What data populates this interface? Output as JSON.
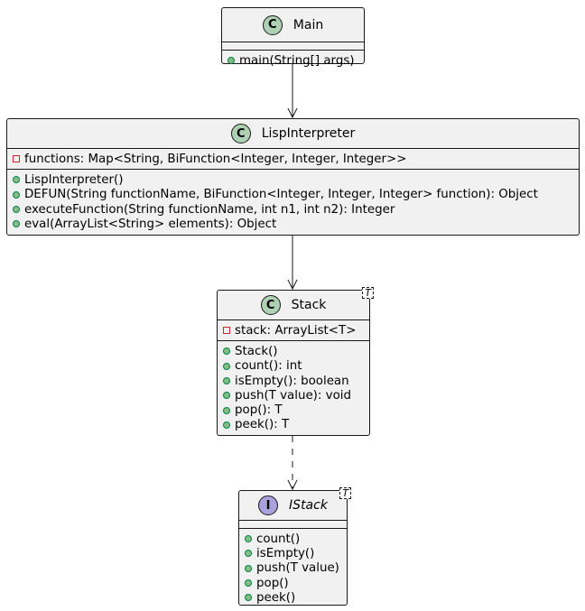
{
  "classes": {
    "main": {
      "kind": "class",
      "badge": "C",
      "name": "Main",
      "fields": [],
      "methods": [
        {
          "visibility": "public",
          "text": "main(String[] args)"
        }
      ]
    },
    "lisp_interpreter": {
      "kind": "class",
      "badge": "C",
      "name": "LispInterpreter",
      "fields": [
        {
          "visibility": "private",
          "text": "functions: Map<String, BiFunction<Integer, Integer, Integer>>"
        }
      ],
      "methods": [
        {
          "visibility": "public",
          "text": "LispInterpreter()"
        },
        {
          "visibility": "public",
          "text": "DEFUN(String functionName, BiFunction<Integer, Integer, Integer> function): Object"
        },
        {
          "visibility": "public",
          "text": "executeFunction(String functionName, int n1, int n2): Integer"
        },
        {
          "visibility": "public",
          "text": "eval(ArrayList<String> elements): Object"
        }
      ]
    },
    "stack": {
      "kind": "class",
      "badge": "C",
      "name": "Stack",
      "generic": "T",
      "fields": [
        {
          "visibility": "private",
          "text": "stack: ArrayList<T>"
        }
      ],
      "methods": [
        {
          "visibility": "public",
          "text": "Stack()"
        },
        {
          "visibility": "public",
          "text": "count(): int"
        },
        {
          "visibility": "public",
          "text": "isEmpty(): boolean"
        },
        {
          "visibility": "public",
          "text": "push(T value): void"
        },
        {
          "visibility": "public",
          "text": "pop(): T"
        },
        {
          "visibility": "public",
          "text": "peek(): T"
        }
      ]
    },
    "istack": {
      "kind": "interface",
      "badge": "I",
      "name": "IStack",
      "generic": "T",
      "fields": [],
      "methods": [
        {
          "visibility": "public",
          "text": "count()"
        },
        {
          "visibility": "public",
          "text": "isEmpty()"
        },
        {
          "visibility": "public",
          "text": "push(T value)"
        },
        {
          "visibility": "public",
          "text": "pop()"
        },
        {
          "visibility": "public",
          "text": "peek()"
        }
      ]
    }
  },
  "relations": [
    {
      "from": "Main",
      "to": "LispInterpreter",
      "type": "association"
    },
    {
      "from": "LispInterpreter",
      "to": "Stack",
      "type": "association"
    },
    {
      "from": "Stack",
      "to": "IStack",
      "type": "realization"
    }
  ],
  "colors": {
    "box_fill": "#f1f1f1",
    "border": "#181818",
    "class_badge": "#add1b2",
    "interface_badge": "#a9a1db",
    "public_marker": "#84be84",
    "private_marker": "#c82930"
  }
}
